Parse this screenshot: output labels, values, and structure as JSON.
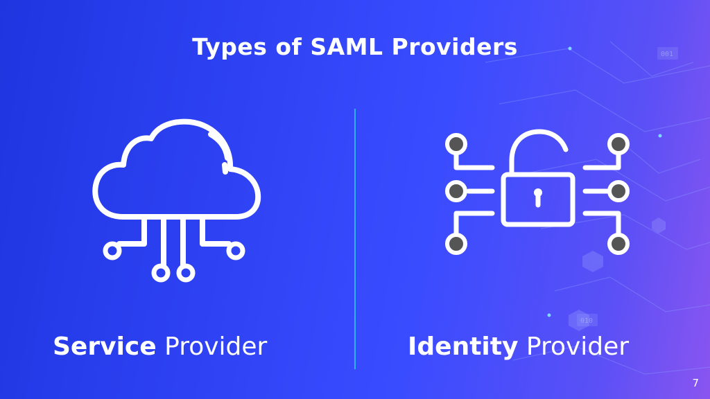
{
  "slide": {
    "title": "Types of SAML Providers",
    "page_number": "7"
  },
  "left": {
    "icon": "cloud-network-icon",
    "label_bold": "Service",
    "label_rest": "Provider"
  },
  "right": {
    "icon": "padlock-circuit-icon",
    "label_bold": "Identity",
    "label_rest": "Provider"
  },
  "background": {
    "codes": [
      "001",
      "010"
    ]
  },
  "colors": {
    "background_start": "#1f35e0",
    "background_end": "#8a55f0",
    "divider": "#29c8f0",
    "text": "#ffffff"
  }
}
